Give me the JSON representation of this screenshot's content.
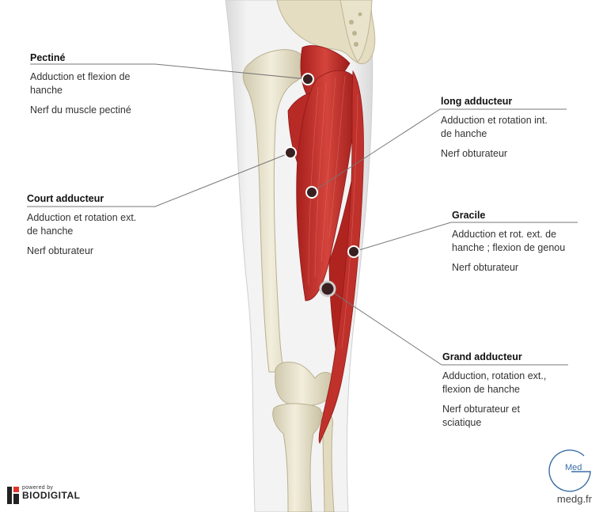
{
  "labels": {
    "pectine": {
      "title": "Pectiné",
      "lines": [
        "Adduction et flexion de",
        "hanche"
      ],
      "nerve": [
        "Nerf du muscle pectiné"
      ]
    },
    "court_adducteur": {
      "title": "Court adducteur",
      "lines": [
        "Adduction et rotation ext.",
        "de hanche"
      ],
      "nerve": [
        "Nerf obturateur"
      ]
    },
    "long_adducteur": {
      "title": "long adducteur",
      "lines": [
        "Adduction et rotation int.",
        "de hanche"
      ],
      "nerve": [
        "Nerf obturateur"
      ]
    },
    "gracile": {
      "title": "Gracile",
      "lines": [
        "Adduction et rot. ext. de",
        "hanche ; flexion de genou"
      ],
      "nerve": [
        "Nerf obturateur"
      ]
    },
    "grand_adducteur": {
      "title": "Grand adducteur",
      "lines": [
        "Adduction, rotation ext.,",
        "flexion de hanche"
      ],
      "nerve": [
        "Nerf obturateur et",
        "sciatique"
      ]
    }
  },
  "branding": {
    "powered_by": "powered by",
    "company": "BIODIGITAL",
    "logo_text": "Med",
    "site": "medg.fr"
  },
  "colors": {
    "muscle": "#c8332e",
    "bone": "#e9e4cf",
    "leader_line": "#777777",
    "logo_blue": "#3a6ea5"
  }
}
